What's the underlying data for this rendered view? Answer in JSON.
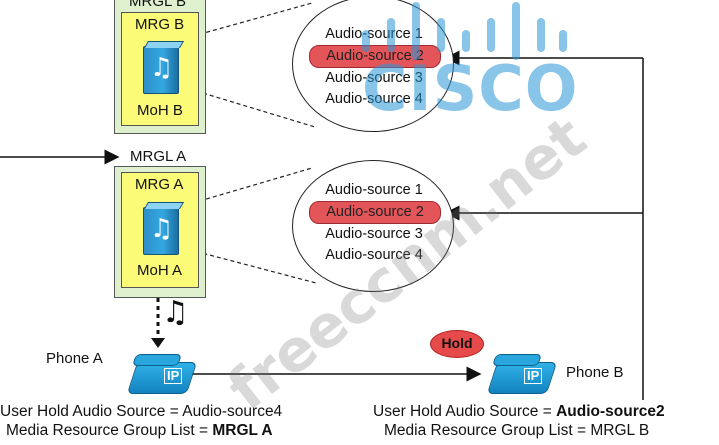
{
  "mrgl_b": {
    "label": "MRGL B",
    "mrg_label": "MRG B",
    "moh_label": "MoH B"
  },
  "mrgl_a": {
    "label": "MRGL A",
    "mrg_label": "MRG A",
    "moh_label": "MoH A"
  },
  "audio_group_top": {
    "items": [
      "Audio-source 1",
      "Audio-source 2",
      "Audio-source 3",
      "Audio-source 4"
    ],
    "selected_index": 1
  },
  "audio_group_bottom": {
    "items": [
      "Audio-source 1",
      "Audio-source 2",
      "Audio-source 3",
      "Audio-source 4"
    ],
    "selected_index": 1
  },
  "phone_a": {
    "label": "Phone A",
    "ip_label": "IP",
    "hold_source_prefix": "User Hold Audio Source = ",
    "hold_source_value": "Audio-source4",
    "mrgl_prefix": "Media Resource Group List = ",
    "mrgl_value": "MRGL A"
  },
  "phone_b": {
    "label": "Phone B",
    "ip_label": "IP",
    "hold_source_prefix": "User Hold Audio Source = ",
    "hold_source_value": "Audio-source2",
    "mrgl_prefix": "Media Resource Group List = ",
    "mrgl_value": "MRGL B"
  },
  "hold_badge": "Hold",
  "watermark": {
    "site": "freeccnm.net",
    "brand": "CISCO"
  },
  "colors": {
    "mrgl_fill": "#dff0cf",
    "mrg_fill": "#fbfb78",
    "selected_source": "#e4555a",
    "hold_badge": "#e64a4a",
    "device_blue": "#1f95d2",
    "cisco_blue": "#2696d7"
  }
}
